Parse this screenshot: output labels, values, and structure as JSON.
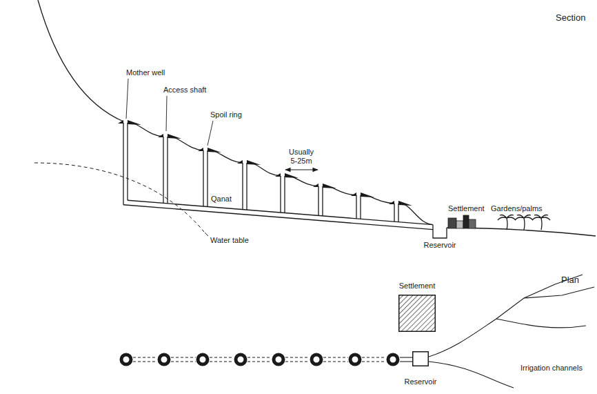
{
  "diagram": {
    "nodes": [
      {
        "text": [
          "Settlement"
        ]
      },
      {
        "text": [
          "Reservoir"
        ]
      }
    ],
    "labels": [
      "Section",
      "Mother well",
      "Access shaft",
      "Spoil ring",
      "Usually 5-25m",
      "Qanat",
      "Water table",
      "Reservoir",
      "Settlement",
      "Gardens/palms",
      "Plan",
      "Irrigation channels"
    ]
  }
}
